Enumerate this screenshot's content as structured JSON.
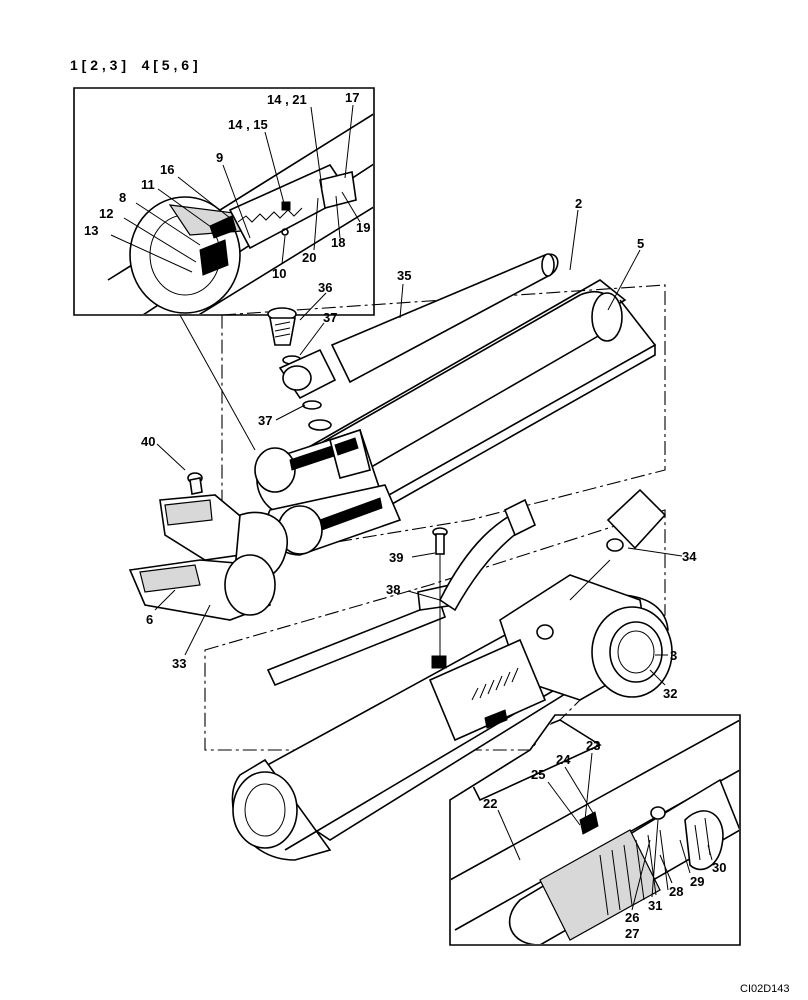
{
  "header": {
    "assembly_text": "1 [ 2 , 3 ]    4 [ 5 , 6 ]"
  },
  "callouts": [
    {
      "id": "c17",
      "text": "17"
    },
    {
      "id": "c14_21",
      "text": "14 , 21"
    },
    {
      "id": "c14_15",
      "text": "14 , 15"
    },
    {
      "id": "c9",
      "text": "9"
    },
    {
      "id": "c16",
      "text": "16"
    },
    {
      "id": "c11",
      "text": "11"
    },
    {
      "id": "c8",
      "text": "8"
    },
    {
      "id": "c12",
      "text": "12"
    },
    {
      "id": "c13",
      "text": "13"
    },
    {
      "id": "c10",
      "text": "10"
    },
    {
      "id": "c20",
      "text": "20"
    },
    {
      "id": "c18",
      "text": "18"
    },
    {
      "id": "c19",
      "text": "19"
    },
    {
      "id": "c2",
      "text": "2"
    },
    {
      "id": "c5",
      "text": "5"
    },
    {
      "id": "c35",
      "text": "35"
    },
    {
      "id": "c36",
      "text": "36"
    },
    {
      "id": "c37a",
      "text": "37"
    },
    {
      "id": "c37b",
      "text": "37"
    },
    {
      "id": "c40",
      "text": "40"
    },
    {
      "id": "c39",
      "text": "39"
    },
    {
      "id": "c34",
      "text": "34"
    },
    {
      "id": "c38",
      "text": "38"
    },
    {
      "id": "c6",
      "text": "6"
    },
    {
      "id": "c33",
      "text": "33"
    },
    {
      "id": "c3",
      "text": "3"
    },
    {
      "id": "c32",
      "text": "32"
    },
    {
      "id": "c23",
      "text": "23"
    },
    {
      "id": "c24",
      "text": "24"
    },
    {
      "id": "c25",
      "text": "25"
    },
    {
      "id": "c22",
      "text": "22"
    },
    {
      "id": "c30",
      "text": "30"
    },
    {
      "id": "c29",
      "text": "29"
    },
    {
      "id": "c28",
      "text": "28"
    },
    {
      "id": "c31",
      "text": "31"
    },
    {
      "id": "c26",
      "text": "26"
    },
    {
      "id": "c27",
      "text": "27"
    }
  ],
  "drawing_code": "CI02D143"
}
